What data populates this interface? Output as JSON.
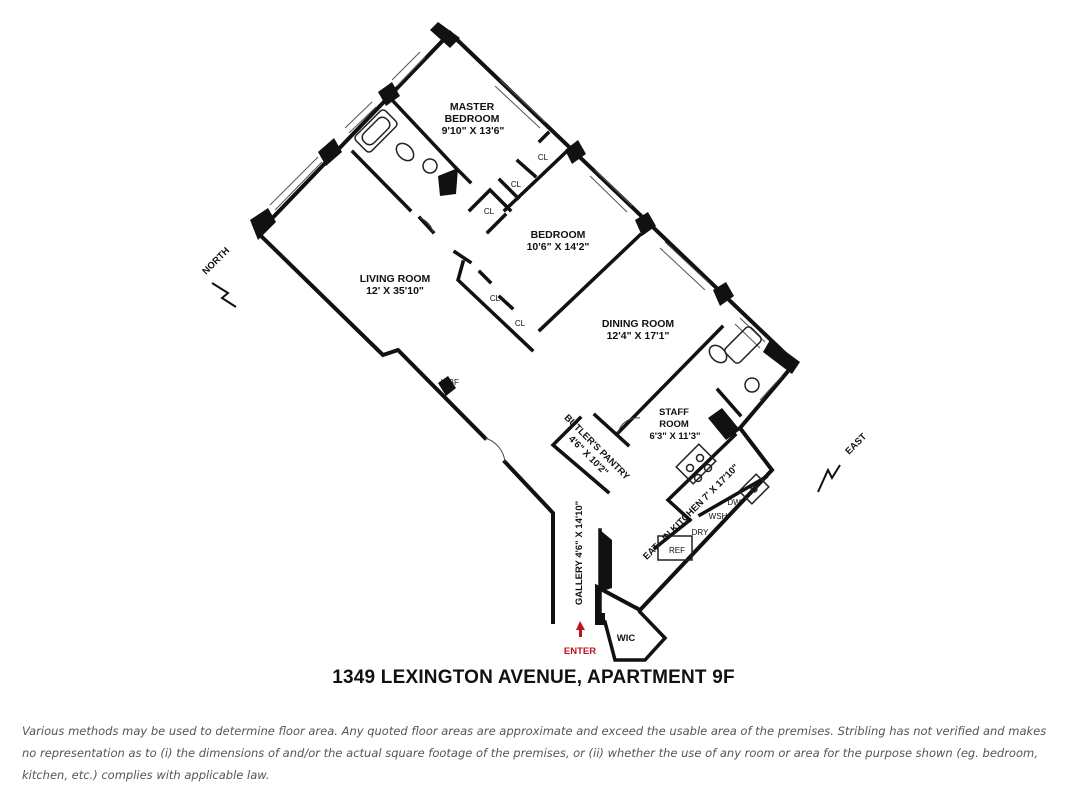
{
  "rooms": {
    "master_bedroom": {
      "name_line1": "MASTER",
      "name_line2": "BEDROOM",
      "dims": "9'10\" X 13'6\""
    },
    "bedroom": {
      "name": "BEDROOM",
      "dims": "10'6\" X 14'2\""
    },
    "living_room": {
      "name": "LIVING ROOM",
      "dims": "12' X 35'10\""
    },
    "dining_room": {
      "name": "DINING ROOM",
      "dims": "12'4\" X 17'1\""
    },
    "staff_room": {
      "name": "STAFF",
      "name_line2": "ROOM",
      "dims": "6'3\" X 11'3\""
    },
    "butlers_pantry": {
      "name": "BUTLER'S PANTRY",
      "dims": "4'6\" X 10'2\""
    },
    "kitchen": {
      "name": "EAT - IN KITCHEN",
      "dims": "7' X 17'10\""
    },
    "gallery": {
      "name": "GALLERY",
      "dims": "4'6\" X 14'10\""
    },
    "wic": "WIC"
  },
  "closet_label": "CL",
  "fixtures": {
    "wbf": "WBF",
    "ref": "REF",
    "dry": "DRY",
    "wsh": "WSH",
    "dw": "DW"
  },
  "compass": {
    "north": "NORTH",
    "east": "EAST"
  },
  "entry": "ENTER",
  "address": "1349 LEXINGTON AVENUE, APARTMENT 9F",
  "disclaimer": "Various methods may be used to determine floor area. Any quoted floor areas are approximate and exceed the usable area of the premises. Stribling has not verified and makes no representation as to (i) the dimensions of and/or the actual square footage of the premises, or (ii) whether the use of any room or area for the purpose shown (eg. bedroom, kitchen, etc.) complies with applicable law.",
  "colors": {
    "walls": "#111111",
    "entry_arrow": "#c0141c",
    "disclaimer_text": "#555555"
  }
}
